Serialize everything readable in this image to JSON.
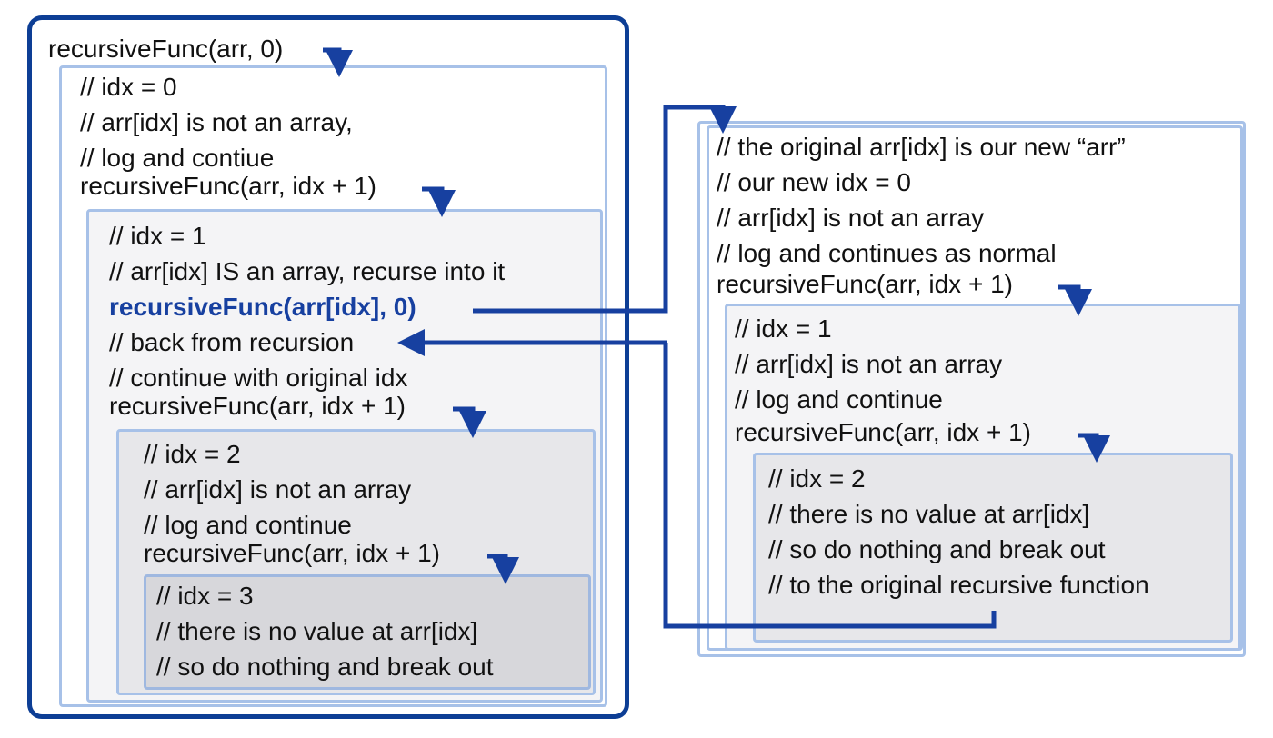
{
  "left": {
    "top_call": "recursiveFunc(arr, 0)",
    "level0": {
      "lines": [
        "// idx = 0",
        "// arr[idx] is not an array,",
        "// log and contiue"
      ],
      "call": "recursiveFunc(arr, idx + 1)"
    },
    "level1": {
      "lines": [
        "// idx = 1",
        "// arr[idx] IS an array, recurse into it"
      ],
      "recurse_call": "recursiveFunc(arr[idx], 0)",
      "back_lines": [
        "// back from recursion",
        "// continue with original idx"
      ],
      "call": "recursiveFunc(arr, idx + 1)"
    },
    "level2": {
      "lines": [
        "// idx = 2",
        "// arr[idx] is not an array",
        "// log and continue"
      ],
      "call": "recursiveFunc(arr, idx + 1)"
    },
    "level3": {
      "lines": [
        "// idx = 3",
        "// there is no value at arr[idx]",
        "// so do nothing and break out"
      ]
    }
  },
  "right": {
    "level0": {
      "lines": [
        "// the original arr[idx] is our new “arr”",
        "// our new idx = 0",
        "// arr[idx] is not an array",
        "// log and continues as normal"
      ],
      "call": "recursiveFunc(arr, idx + 1)"
    },
    "level1": {
      "lines": [
        "// idx = 1",
        "// arr[idx] is not an array",
        "// log and continue"
      ],
      "call": "recursiveFunc(arr, idx + 1)"
    },
    "level2": {
      "lines": [
        "// idx = 2",
        "// there is no value at arr[idx]",
        "// so do nothing and break out",
        "// to the original recursive function"
      ]
    }
  },
  "colors": {
    "arrow": "#1740a0",
    "outer_border": "#0d3e95",
    "box_border": "#a7c1e8",
    "highlight_text": "#1740a0"
  }
}
